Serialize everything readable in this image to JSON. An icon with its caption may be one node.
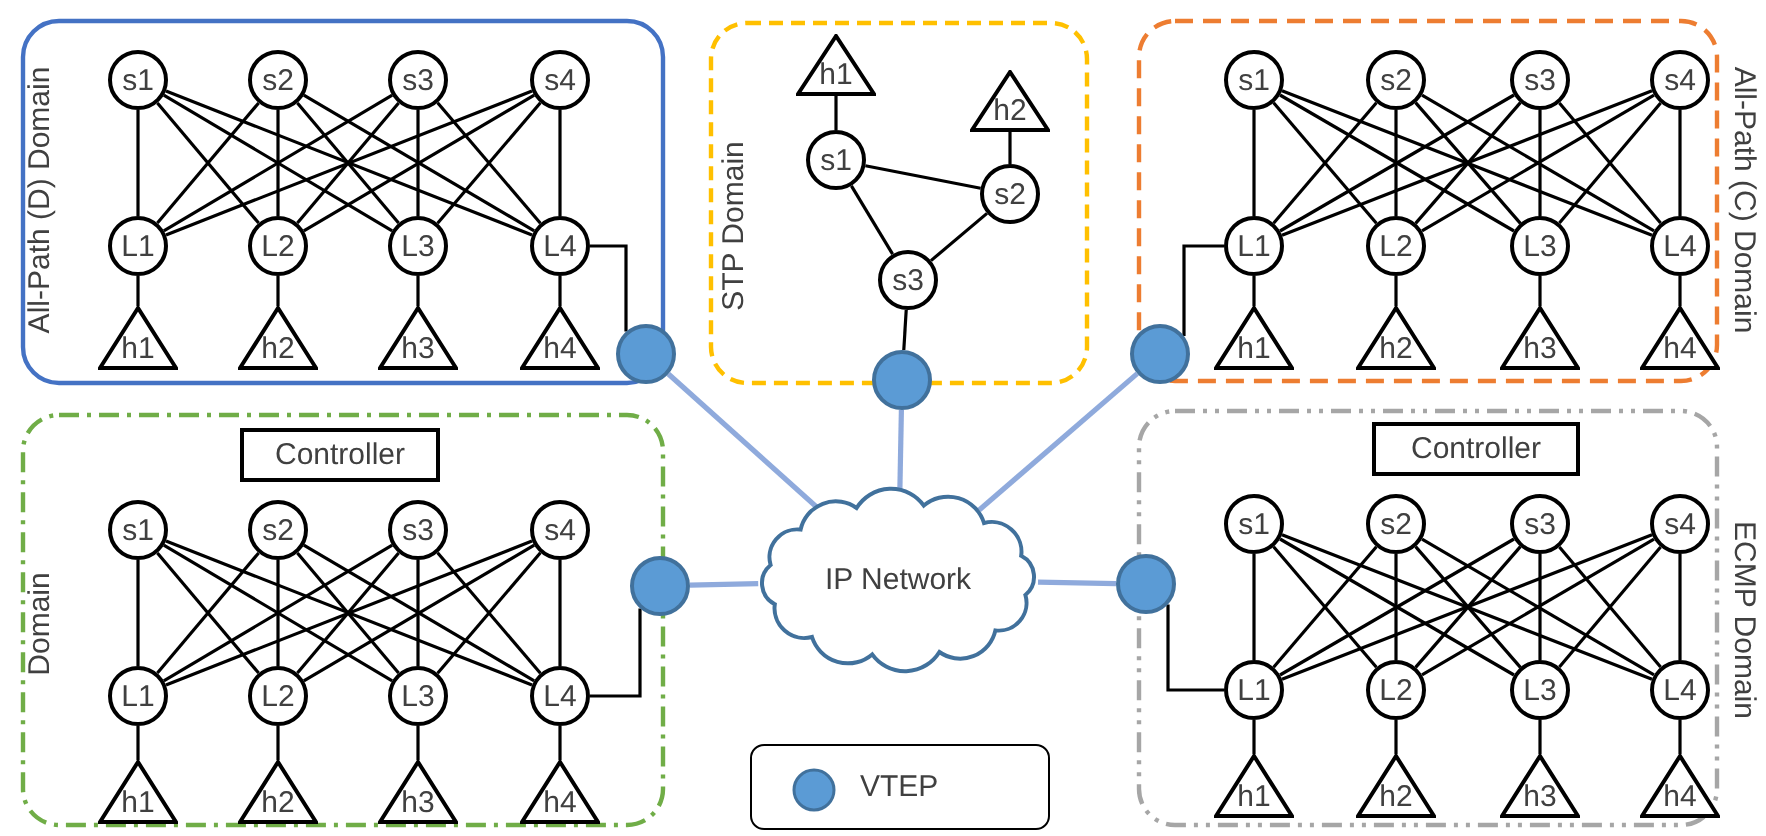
{
  "diagram": {
    "nodes": [
      {
        "text": [
          "All-Path (D) Domain"
        ]
      },
      {
        "text": [
          "s1"
        ],
        "in": 0
      },
      {
        "text": [
          "s2"
        ],
        "in": 0
      },
      {
        "text": [
          "s3"
        ],
        "in": 0
      },
      {
        "text": [
          "s4"
        ],
        "in": 0
      },
      {
        "text": [
          "L1"
        ],
        "in": 0
      },
      {
        "text": [
          "L2"
        ],
        "in": 0
      },
      {
        "text": [
          "L3"
        ],
        "in": 0
      },
      {
        "text": [
          "L4"
        ],
        "in": 0
      },
      {
        "text": [
          "h1"
        ],
        "in": 0
      },
      {
        "text": [
          "h2"
        ],
        "in": 0
      },
      {
        "text": [
          "h3"
        ],
        "in": 0
      },
      {
        "text": [
          "h4"
        ],
        "in": 0
      },
      {
        "text": [
          "STP Domain"
        ]
      },
      {
        "text": [
          "h1"
        ],
        "in": 13
      },
      {
        "text": [
          "h2"
        ],
        "in": 13
      },
      {
        "text": [
          "s1"
        ],
        "in": 13
      },
      {
        "text": [
          "s2"
        ],
        "in": 13
      },
      {
        "text": [
          "s3"
        ],
        "in": 13
      },
      {
        "text": [
          "All-Path (C) Domain"
        ]
      },
      {
        "text": [
          "s1"
        ],
        "in": 19
      },
      {
        "text": [
          "s2"
        ],
        "in": 19
      },
      {
        "text": [
          "s3"
        ],
        "in": 19
      },
      {
        "text": [
          "s4"
        ],
        "in": 19
      },
      {
        "text": [
          "L1"
        ],
        "in": 19
      },
      {
        "text": [
          "L2"
        ],
        "in": 19
      },
      {
        "text": [
          "L3"
        ],
        "in": 19
      },
      {
        "text": [
          "L4"
        ],
        "in": 19
      },
      {
        "text": [
          "h1"
        ],
        "in": 19
      },
      {
        "text": [
          "h2"
        ],
        "in": 19
      },
      {
        "text": [
          "h3"
        ],
        "in": 19
      },
      {
        "text": [
          "h4"
        ],
        "in": 19
      },
      {
        "text": [
          "Domain"
        ]
      },
      {
        "text": [
          "Controller"
        ],
        "in": 32
      },
      {
        "text": [
          "s1"
        ],
        "in": 32
      },
      {
        "text": [
          "s2"
        ],
        "in": 32
      },
      {
        "text": [
          "s3"
        ],
        "in": 32
      },
      {
        "text": [
          "s4"
        ],
        "in": 32
      },
      {
        "text": [
          "L1"
        ],
        "in": 32
      },
      {
        "text": [
          "L2"
        ],
        "in": 32
      },
      {
        "text": [
          "L3"
        ],
        "in": 32
      },
      {
        "text": [
          "L4"
        ],
        "in": 32
      },
      {
        "text": [
          "h1"
        ],
        "in": 32
      },
      {
        "text": [
          "h2"
        ],
        "in": 32
      },
      {
        "text": [
          "h3"
        ],
        "in": 32
      },
      {
        "text": [
          "h4"
        ],
        "in": 32
      },
      {
        "text": [
          "ECMP Domain"
        ]
      },
      {
        "text": [
          "Controller"
        ],
        "in": 46
      },
      {
        "text": [
          "s1"
        ],
        "in": 46
      },
      {
        "text": [
          "s2"
        ],
        "in": 46
      },
      {
        "text": [
          "s3"
        ],
        "in": 46
      },
      {
        "text": [
          "s4"
        ],
        "in": 46
      },
      {
        "text": [
          "L1"
        ],
        "in": 46
      },
      {
        "text": [
          "L2"
        ],
        "in": 46
      },
      {
        "text": [
          "L3"
        ],
        "in": 46
      },
      {
        "text": [
          "L4"
        ],
        "in": 46
      },
      {
        "text": [
          "h1"
        ],
        "in": 46
      },
      {
        "text": [
          "h2"
        ],
        "in": 46
      },
      {
        "text": [
          "h3"
        ],
        "in": 46
      },
      {
        "text": [
          "h4"
        ],
        "in": 46
      },
      {
        "text": [
          "IP Network"
        ]
      },
      {
        "text": [],
        "shape": "circle"
      },
      {
        "text": [],
        "shape": "circle"
      },
      {
        "text": [],
        "shape": "circle"
      },
      {
        "text": [],
        "shape": "circle"
      },
      {
        "text": [],
        "shape": "circle"
      }
    ],
    "edges": [
      {
        "from": 1,
        "to": 5,
        "arrow": "none"
      },
      {
        "from": 1,
        "to": 6,
        "arrow": "none"
      },
      {
        "from": 1,
        "to": 7,
        "arrow": "none"
      },
      {
        "from": 1,
        "to": 8,
        "arrow": "none"
      },
      {
        "from": 2,
        "to": 5,
        "arrow": "none"
      },
      {
        "from": 2,
        "to": 6,
        "arrow": "none"
      },
      {
        "from": 2,
        "to": 7,
        "arrow": "none"
      },
      {
        "from": 2,
        "to": 8,
        "arrow": "none"
      },
      {
        "from": 3,
        "to": 5,
        "arrow": "none"
      },
      {
        "from": 3,
        "to": 6,
        "arrow": "none"
      },
      {
        "from": 3,
        "to": 7,
        "arrow": "none"
      },
      {
        "from": 3,
        "to": 8,
        "arrow": "none"
      },
      {
        "from": 4,
        "to": 5,
        "arrow": "none"
      },
      {
        "from": 4,
        "to": 6,
        "arrow": "none"
      },
      {
        "from": 4,
        "to": 7,
        "arrow": "none"
      },
      {
        "from": 4,
        "to": 8,
        "arrow": "none"
      },
      {
        "from": 5,
        "to": 9,
        "arrow": "none"
      },
      {
        "from": 6,
        "to": 10,
        "arrow": "none"
      },
      {
        "from": 7,
        "to": 11,
        "arrow": "none"
      },
      {
        "from": 8,
        "to": 12,
        "arrow": "none"
      },
      {
        "from": 8,
        "to": 61,
        "arrow": "none"
      },
      {
        "from": 14,
        "to": 16,
        "arrow": "none"
      },
      {
        "from": 15,
        "to": 17,
        "arrow": "none"
      },
      {
        "from": 16,
        "to": 17,
        "arrow": "none"
      },
      {
        "from": 16,
        "to": 18,
        "arrow": "none"
      },
      {
        "from": 17,
        "to": 18,
        "arrow": "none"
      },
      {
        "from": 18,
        "to": 62,
        "arrow": "none"
      },
      {
        "from": 20,
        "to": 24,
        "arrow": "none"
      },
      {
        "from": 20,
        "to": 25,
        "arrow": "none"
      },
      {
        "from": 20,
        "to": 26,
        "arrow": "none"
      },
      {
        "from": 20,
        "to": 27,
        "arrow": "none"
      },
      {
        "from": 21,
        "to": 24,
        "arrow": "none"
      },
      {
        "from": 21,
        "to": 25,
        "arrow": "none"
      },
      {
        "from": 21,
        "to": 26,
        "arrow": "none"
      },
      {
        "from": 21,
        "to": 27,
        "arrow": "none"
      },
      {
        "from": 22,
        "to": 24,
        "arrow": "none"
      },
      {
        "from": 22,
        "to": 25,
        "arrow": "none"
      },
      {
        "from": 22,
        "to": 26,
        "arrow": "none"
      },
      {
        "from": 22,
        "to": 27,
        "arrow": "none"
      },
      {
        "from": 23,
        "to": 24,
        "arrow": "none"
      },
      {
        "from": 23,
        "to": 25,
        "arrow": "none"
      },
      {
        "from": 23,
        "to": 26,
        "arrow": "none"
      },
      {
        "from": 23,
        "to": 27,
        "arrow": "none"
      },
      {
        "from": 24,
        "to": 28,
        "arrow": "none"
      },
      {
        "from": 25,
        "to": 29,
        "arrow": "none"
      },
      {
        "from": 26,
        "to": 30,
        "arrow": "none"
      },
      {
        "from": 27,
        "to": 31,
        "arrow": "none"
      },
      {
        "from": 24,
        "to": 63,
        "arrow": "none"
      },
      {
        "from": 34,
        "to": 38,
        "arrow": "none"
      },
      {
        "from": 34,
        "to": 39,
        "arrow": "none"
      },
      {
        "from": 34,
        "to": 40,
        "arrow": "none"
      },
      {
        "from": 34,
        "to": 41,
        "arrow": "none"
      },
      {
        "from": 35,
        "to": 38,
        "arrow": "none"
      },
      {
        "from": 35,
        "to": 39,
        "arrow": "none"
      },
      {
        "from": 35,
        "to": 40,
        "arrow": "none"
      },
      {
        "from": 35,
        "to": 41,
        "arrow": "none"
      },
      {
        "from": 36,
        "to": 38,
        "arrow": "none"
      },
      {
        "from": 36,
        "to": 39,
        "arrow": "none"
      },
      {
        "from": 36,
        "to": 40,
        "arrow": "none"
      },
      {
        "from": 36,
        "to": 41,
        "arrow": "none"
      },
      {
        "from": 37,
        "to": 38,
        "arrow": "none"
      },
      {
        "from": 37,
        "to": 39,
        "arrow": "none"
      },
      {
        "from": 37,
        "to": 40,
        "arrow": "none"
      },
      {
        "from": 37,
        "to": 41,
        "arrow": "none"
      },
      {
        "from": 38,
        "to": 42,
        "arrow": "none"
      },
      {
        "from": 39,
        "to": 43,
        "arrow": "none"
      },
      {
        "from": 40,
        "to": 44,
        "arrow": "none"
      },
      {
        "from": 41,
        "to": 45,
        "arrow": "none"
      },
      {
        "from": 41,
        "to": 64,
        "arrow": "none"
      },
      {
        "from": 48,
        "to": 52,
        "arrow": "none"
      },
      {
        "from": 48,
        "to": 53,
        "arrow": "none"
      },
      {
        "from": 48,
        "to": 54,
        "arrow": "none"
      },
      {
        "from": 48,
        "to": 55,
        "arrow": "none"
      },
      {
        "from": 49,
        "to": 52,
        "arrow": "none"
      },
      {
        "from": 49,
        "to": 53,
        "arrow": "none"
      },
      {
        "from": 49,
        "to": 54,
        "arrow": "none"
      },
      {
        "from": 49,
        "to": 55,
        "arrow": "none"
      },
      {
        "from": 50,
        "to": 52,
        "arrow": "none"
      },
      {
        "from": 50,
        "to": 53,
        "arrow": "none"
      },
      {
        "from": 50,
        "to": 54,
        "arrow": "none"
      },
      {
        "from": 50,
        "to": 55,
        "arrow": "none"
      },
      {
        "from": 51,
        "to": 52,
        "arrow": "none"
      },
      {
        "from": 51,
        "to": 53,
        "arrow": "none"
      },
      {
        "from": 51,
        "to": 54,
        "arrow": "none"
      },
      {
        "from": 51,
        "to": 55,
        "arrow": "none"
      },
      {
        "from": 52,
        "to": 56,
        "arrow": "none"
      },
      {
        "from": 53,
        "to": 57,
        "arrow": "none"
      },
      {
        "from": 54,
        "to": 58,
        "arrow": "none"
      },
      {
        "from": 55,
        "to": 59,
        "arrow": "none"
      },
      {
        "from": 52,
        "to": 65,
        "arrow": "none"
      },
      {
        "from": 61,
        "to": 60,
        "arrow": "none",
        "color": "#8faadc"
      },
      {
        "from": 62,
        "to": 60,
        "arrow": "none",
        "color": "#8faadc"
      },
      {
        "from": 63,
        "to": 60,
        "arrow": "none",
        "color": "#8faadc"
      },
      {
        "from": 64,
        "to": 60,
        "arrow": "none",
        "color": "#8faadc"
      },
      {
        "from": 65,
        "to": 60,
        "arrow": "none",
        "color": "#8faadc"
      }
    ],
    "legend": [
      {
        "text": "VTEP",
        "color": "#5b9bd5"
      }
    ]
  }
}
